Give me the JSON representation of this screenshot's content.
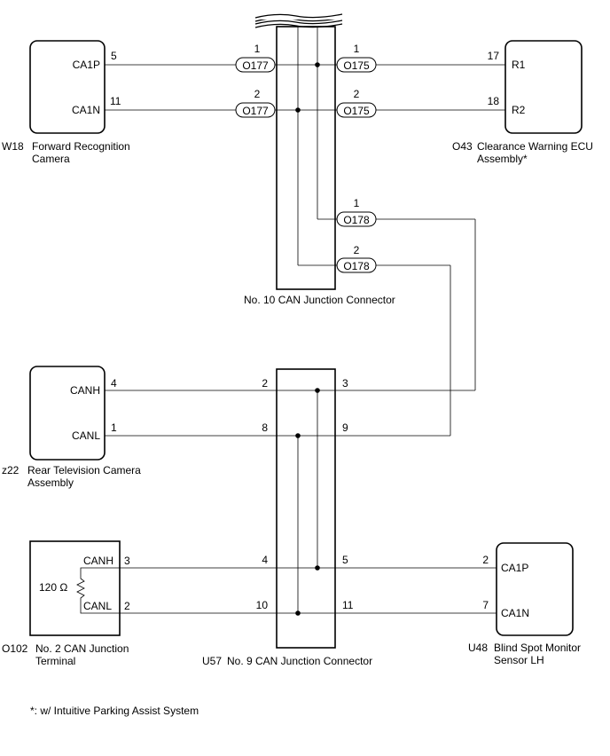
{
  "components": {
    "w18": {
      "id": "W18",
      "name_line1": "Forward Recognition",
      "name_line2": "Camera",
      "pin_ca1p": "CA1P",
      "pin_ca1n": "CA1N",
      "num_ca1p": "5",
      "num_ca1n": "11"
    },
    "o43": {
      "id": "O43",
      "name_line1": "Clearance Warning ECU",
      "name_line2": "Assembly*",
      "pin_r1": "R1",
      "pin_r2": "R2",
      "num_r1": "17",
      "num_r2": "18"
    },
    "z22": {
      "id": "z22",
      "name_line1": "Rear Television Camera",
      "name_line2": "Assembly",
      "pin_canh": "CANH",
      "pin_canl": "CANL",
      "num_canh": "4",
      "num_canl": "1"
    },
    "o102": {
      "id": "O102",
      "name_line1": "No. 2 CAN Junction",
      "name_line2": "Terminal",
      "pin_canh": "CANH",
      "pin_canl": "CANL",
      "num_canh": "3",
      "num_canl": "2",
      "resistor": "120 Ω"
    },
    "u48": {
      "id": "U48",
      "name_line1": "Blind Spot Monitor",
      "name_line2": "Sensor LH",
      "pin_ca1p": "CA1P",
      "pin_ca1n": "CA1N",
      "num_ca1p": "2",
      "num_ca1n": "7"
    }
  },
  "junctions": {
    "no10": {
      "label": "No. 10 CAN Junction Connector"
    },
    "u57": {
      "id": "U57",
      "label": "No. 9 CAN Junction Connector",
      "pins": {
        "p2": "2",
        "p3": "3",
        "p8": "8",
        "p9": "9",
        "p4": "4",
        "p5": "5",
        "p10": "10",
        "p11": "11"
      }
    }
  },
  "connectors": {
    "o177a": {
      "name": "O177",
      "pin": "1"
    },
    "o177b": {
      "name": "O177",
      "pin": "2"
    },
    "o175a": {
      "name": "O175",
      "pin": "1"
    },
    "o175b": {
      "name": "O175",
      "pin": "2"
    },
    "o178a": {
      "name": "O178",
      "pin": "1"
    },
    "o178b": {
      "name": "O178",
      "pin": "2"
    }
  },
  "footnote": "*: w/ Intuitive Parking Assist System"
}
